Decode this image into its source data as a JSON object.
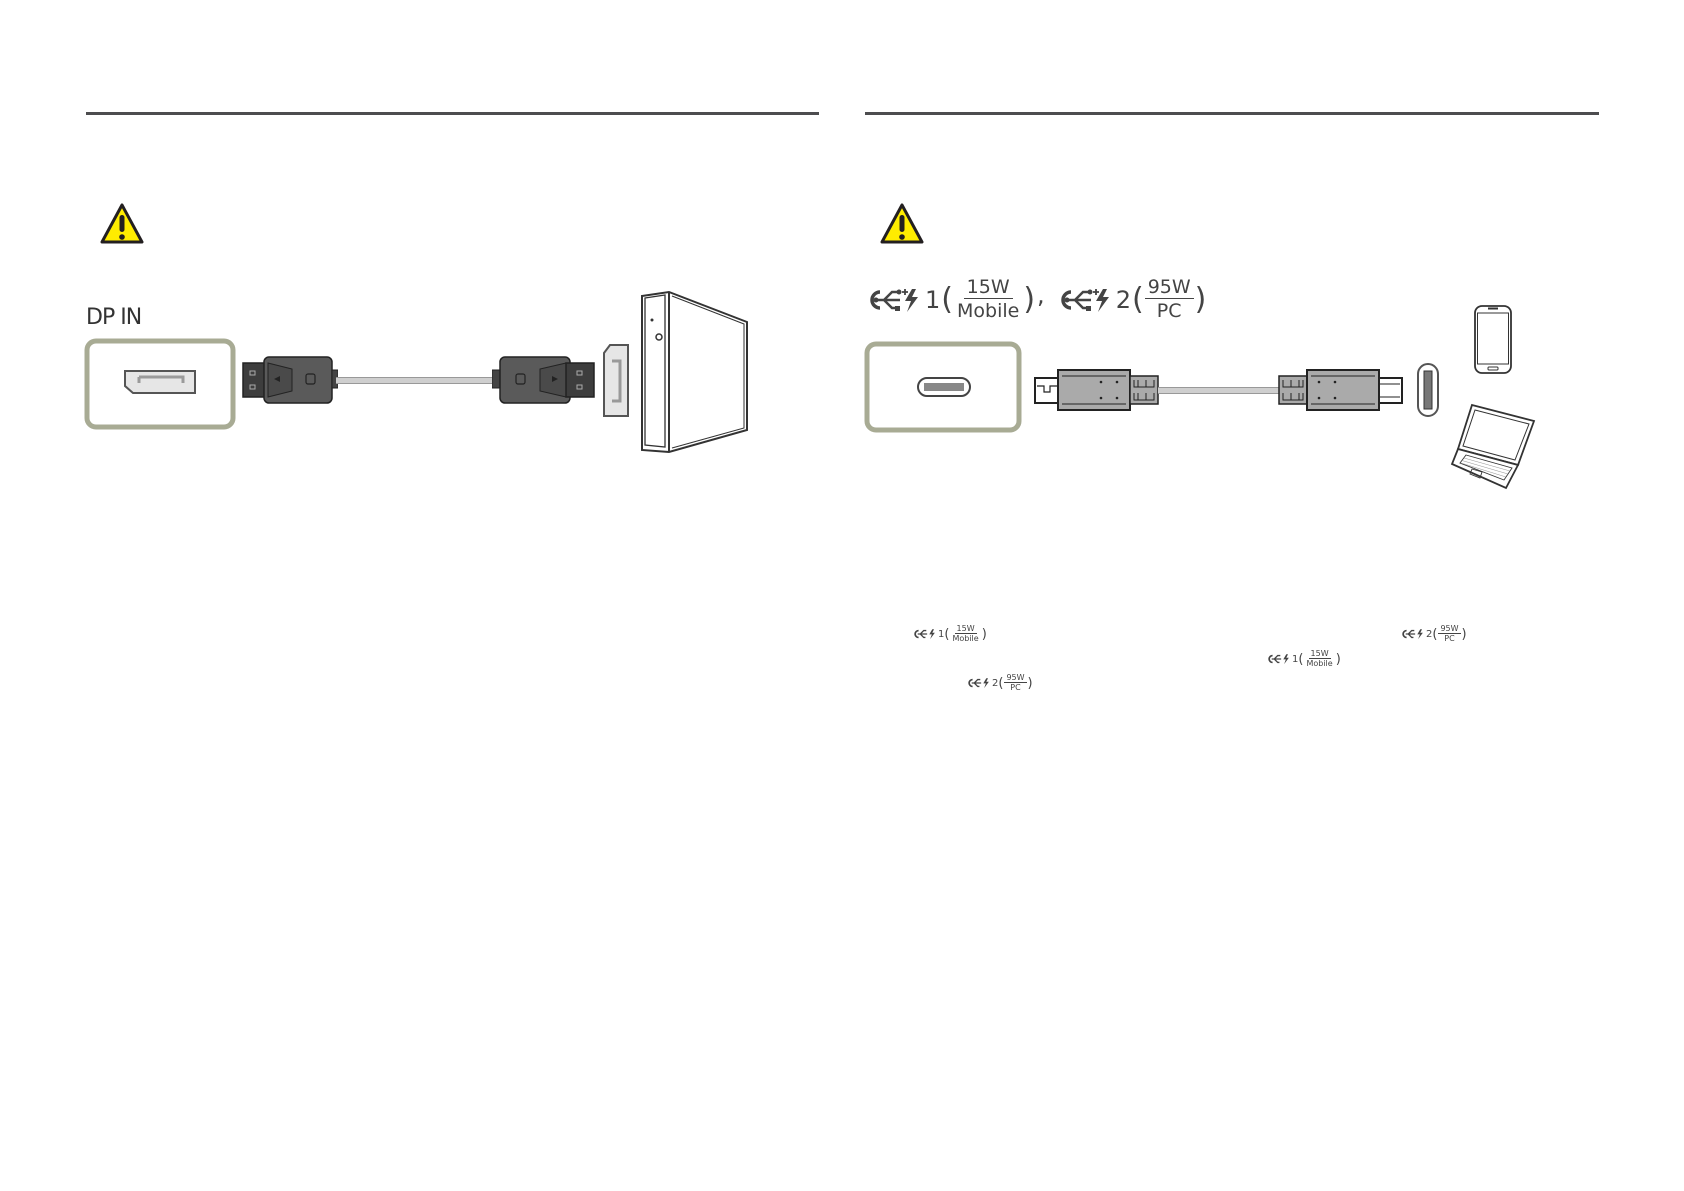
{
  "page": {
    "background": "#ffffff",
    "rule_color": "#4d4d4f",
    "port_frame_color": "#a8ab94",
    "warning_fill": "#ffec00"
  },
  "left_section": {
    "warning_icon": "warning-triangle-icon",
    "port_label": "DP IN",
    "diagram": {
      "port": "displayport-port",
      "cable": "displayport-cable",
      "device": "desktop-pc"
    }
  },
  "right_section": {
    "warning_icon": "warning-triangle-icon",
    "usb_labels": [
      {
        "icon": "usb-c-power-icon",
        "number": "1",
        "numerator": "15W",
        "denominator": "Mobile",
        "suffix": ","
      },
      {
        "icon": "usb-c-power-icon",
        "number": "2",
        "numerator": "95W",
        "denominator": "PC",
        "suffix": ""
      }
    ],
    "diagram": {
      "port": "usb-c-port",
      "cable": "usb-c-cable",
      "devices": [
        "smartphone",
        "laptop"
      ]
    },
    "inline_references": [
      {
        "number": "1",
        "numerator": "15W",
        "denominator": "Mobile"
      },
      {
        "number": "2",
        "numerator": "95W",
        "denominator": "PC"
      },
      {
        "number": "2",
        "numerator": "95W",
        "denominator": "PC"
      },
      {
        "number": "1",
        "numerator": "15W",
        "denominator": "Mobile"
      }
    ]
  },
  "paren_open": "(",
  "paren_close": ")"
}
